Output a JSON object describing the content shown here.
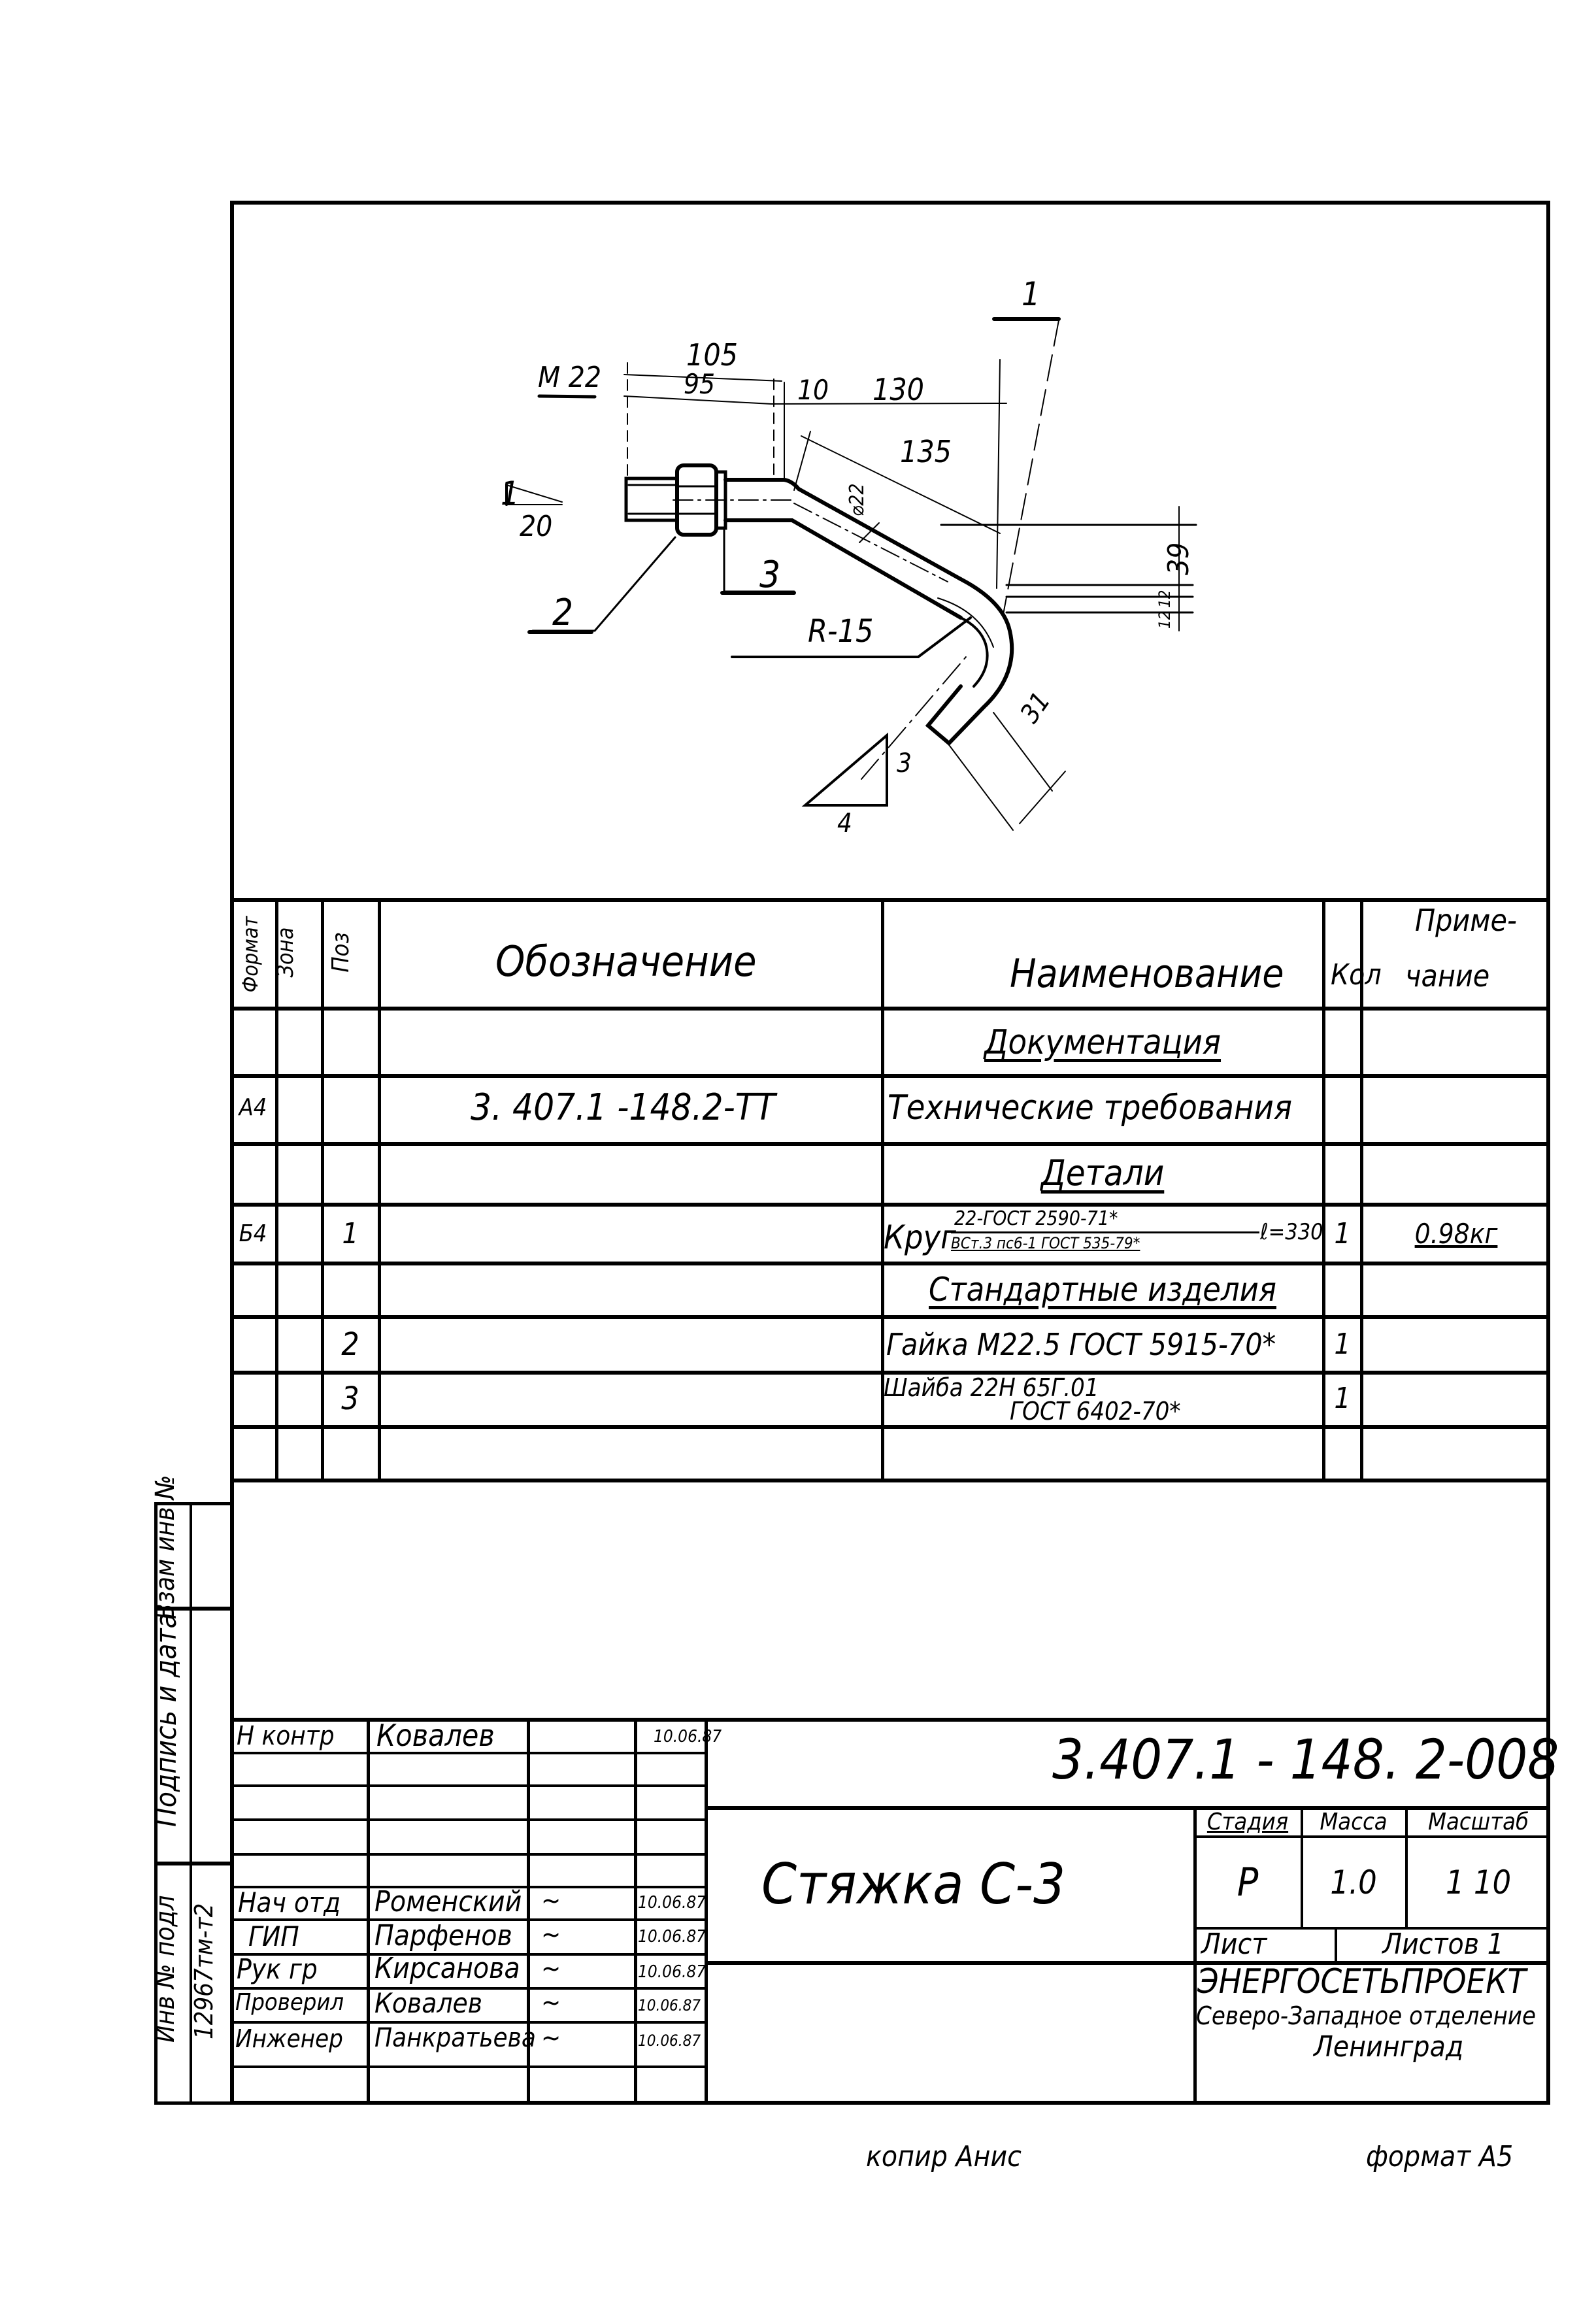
{
  "drawing": {
    "section_mark": "1",
    "section_mark_left": "1",
    "thread_label": "M 22",
    "dims": {
      "d105": "105",
      "d95": "95",
      "d10": "10",
      "d130": "130",
      "d135": "135",
      "d20": "20",
      "d39": "39",
      "d12a": "12",
      "d12b": "12",
      "d31": "31",
      "dia22": "⌀22",
      "radius": "R-15"
    },
    "callouts": {
      "c2": "2",
      "c3": "3"
    },
    "slope": {
      "rise": "3",
      "run": "4"
    }
  },
  "spec_table": {
    "headers": {
      "format": "Формат",
      "zone": "Зона",
      "pos": "Поз",
      "designation": "Обозначение",
      "name": "Наименование",
      "qty": "Кол",
      "note_line1": "Приме-",
      "note_line2": "чание"
    },
    "rows": [
      {
        "format": "",
        "zone": "",
        "pos": "",
        "designation": "",
        "name": "Документация",
        "section": true,
        "qty": "",
        "note": ""
      },
      {
        "format": "А4",
        "zone": "",
        "pos": "",
        "designation": "3. 407.1 -148.2-ТТ",
        "name": "Технические требования",
        "section": false,
        "qty": "",
        "note": ""
      },
      {
        "format": "",
        "zone": "",
        "pos": "",
        "designation": "",
        "name": "Детали",
        "section": true,
        "qty": "",
        "note": ""
      },
      {
        "format": "Б4",
        "zone": "",
        "pos": "1",
        "designation": "",
        "name_prefix": "Круг",
        "name_num": "22-ГОСТ 2590-71*",
        "name_den": "ВСт.3 пс6-1 ГОСТ 535-79*",
        "name_suffix": "ℓ=330",
        "section": false,
        "qty": "1",
        "note": "0.98кг"
      },
      {
        "format": "",
        "zone": "",
        "pos": "",
        "designation": "",
        "name": "Стандартные изделия",
        "section": true,
        "qty": "",
        "note": ""
      },
      {
        "format": "",
        "zone": "",
        "pos": "2",
        "designation": "",
        "name": "Гайка М22.5 ГОСТ 5915-70*",
        "section": false,
        "qty": "1",
        "note": ""
      },
      {
        "format": "",
        "zone": "",
        "pos": "3",
        "designation": "",
        "name_line1": "Шайба 22Н 65Г.01",
        "name_line2": "ГОСТ 6402-70*",
        "section": false,
        "qty": "1",
        "note": ""
      },
      {
        "format": "",
        "zone": "",
        "pos": "",
        "designation": "",
        "name": "",
        "section": false,
        "qty": "",
        "note": ""
      }
    ]
  },
  "margin_stamp": {
    "vzam_inv": "Взам инв №",
    "podpis_data": "Подпись и дата",
    "inv_podl": "Инв № подл",
    "inv_podl_value": "12967тм-т2"
  },
  "title_block": {
    "doc_number": "3.407.1 - 148. 2-008",
    "title": "Стяжка С-3",
    "stage_label": "Стадия",
    "mass_label": "Масса",
    "scale_label": "Масштаб",
    "stage_value": "Р",
    "mass_value": "1.0",
    "scale_value": "1 10",
    "sheet_label": "Лист",
    "sheets_label": "Листов 1",
    "org_name": "ЭНЕРГОСЕТЬПРОЕКТ",
    "org_branch": "Северо-Западное отделение",
    "org_city": "Ленинград",
    "signatures": [
      {
        "role": "Н контр",
        "name": "Ковалев",
        "sign": "~",
        "date": "10.06.87"
      },
      {
        "role": "",
        "name": "",
        "sign": "",
        "date": ""
      },
      {
        "role": "",
        "name": "",
        "sign": "",
        "date": ""
      },
      {
        "role": "",
        "name": "",
        "sign": "",
        "date": ""
      },
      {
        "role": "",
        "name": "",
        "sign": "",
        "date": ""
      },
      {
        "role": "Нач отд",
        "name": "Роменский",
        "sign": "~",
        "date": "10.06.87"
      },
      {
        "role": "ГИП",
        "name": "Парфенов",
        "sign": "~",
        "date": "10.06.87"
      },
      {
        "role": "Рук гр",
        "name": "Кирсанова",
        "sign": "~",
        "date": "10.06.87"
      },
      {
        "role": "Проверил",
        "name": "Ковалев",
        "sign": "~",
        "date": "10.06.87"
      },
      {
        "role": "Инженер",
        "name": "Панкратьева",
        "sign": "~",
        "date": "10.06.87"
      },
      {
        "role": "",
        "name": "",
        "sign": "",
        "date": ""
      }
    ]
  },
  "footer": {
    "copied": "копир  Анис",
    "format": "формат А5"
  }
}
